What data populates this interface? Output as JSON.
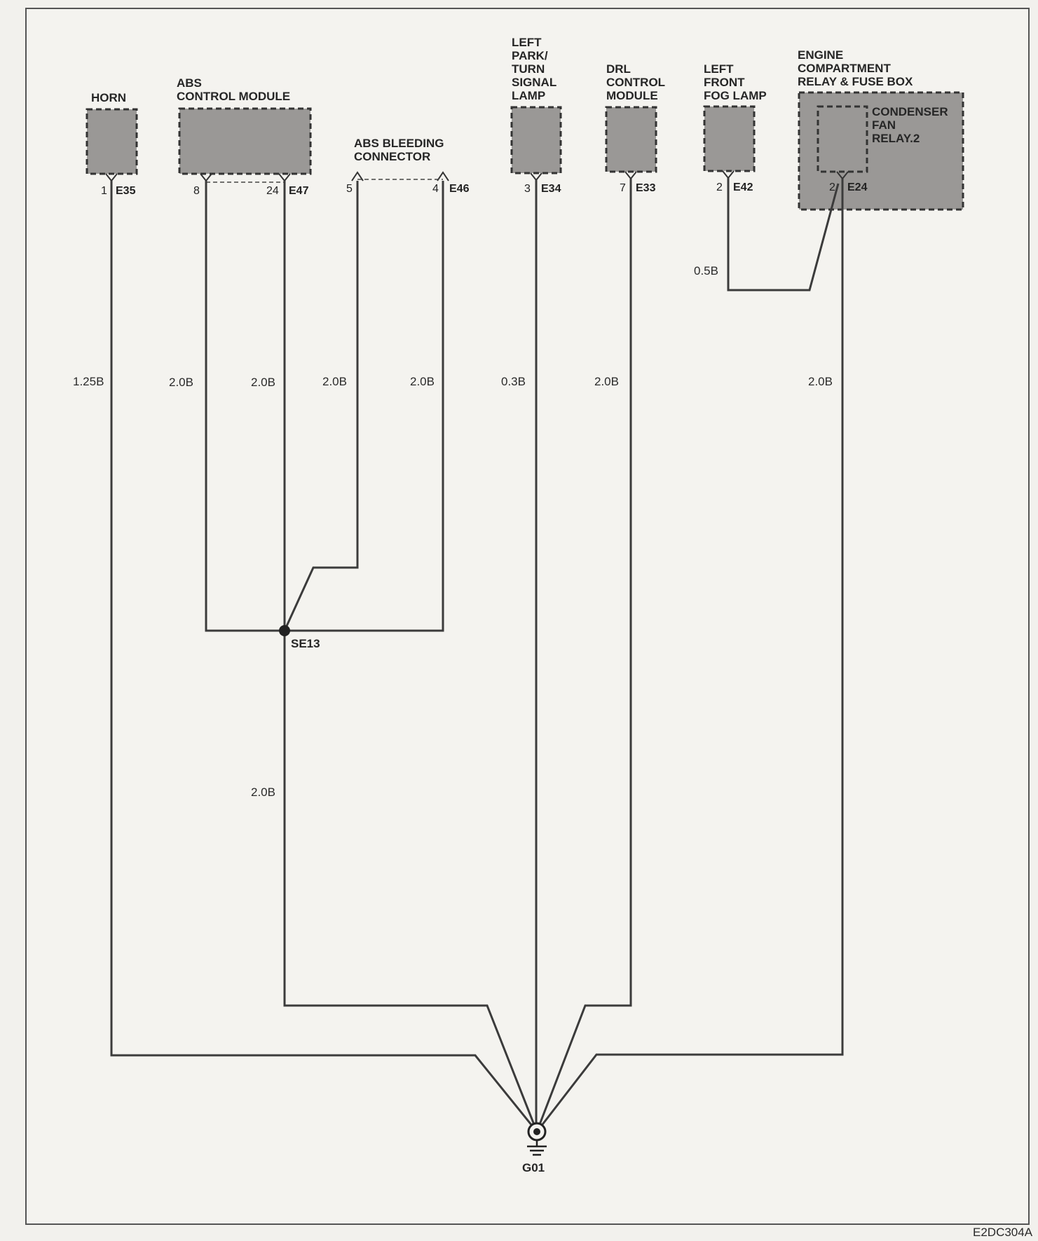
{
  "figure_code": "E2DC304A",
  "components": {
    "horn": {
      "name": "HORN",
      "pin": "1",
      "connector": "E35"
    },
    "abs_module": {
      "name_line1": "ABS",
      "name_line2": "CONTROL MODULE",
      "pin_a": "8",
      "pin_b": "24",
      "connector": "E47"
    },
    "abs_bleeding": {
      "name_line1": "ABS BLEEDING",
      "name_line2": "CONNECTOR",
      "pin_a": "5",
      "pin_b": "4",
      "connector": "E46"
    },
    "left_park_turn": {
      "name_lines": [
        "LEFT",
        "PARK/",
        "TURN",
        "SIGNAL",
        "LAMP"
      ],
      "pin": "3",
      "connector": "E34"
    },
    "drl_module": {
      "name_lines": [
        "DRL",
        "CONTROL",
        "MODULE"
      ],
      "pin": "7",
      "connector": "E33"
    },
    "left_fog": {
      "name_lines": [
        "LEFT",
        "FRONT",
        "FOG LAMP"
      ],
      "pin": "2",
      "connector": "E42"
    },
    "engine_box": {
      "name_lines": [
        "ENGINE",
        "COMPARTMENT",
        "RELAY & FUSE BOX"
      ],
      "inner_lines": [
        "CONDENSER",
        "FAN",
        "RELAY.2"
      ],
      "pin": "2",
      "connector": "E24"
    }
  },
  "wires": {
    "horn": "1.25B",
    "abs_8": "2.0B",
    "abs_24": "2.0B",
    "bleed_5": "2.0B",
    "bleed_4": "2.0B",
    "park_turn": "0.3B",
    "drl": "2.0B",
    "fog": "0.5B",
    "relay": "2.0B",
    "splice_to_ground": "2.0B"
  },
  "splice": "SE13",
  "ground": "G01"
}
